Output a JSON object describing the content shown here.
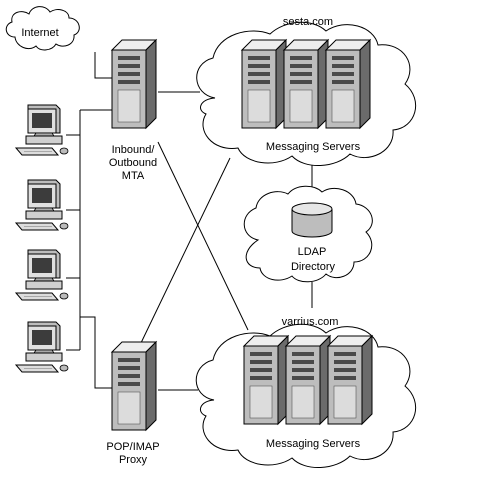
{
  "labels": {
    "internet": "Internet",
    "mta_line1": "Inbound/",
    "mta_line2": "Outbound",
    "mta_line3": "MTA",
    "sesta_domain": "sesta.com",
    "sesta_servers": "Messaging Servers",
    "ldap_line1": "LDAP",
    "ldap_line2": "Directory",
    "varrius_domain": "varrius.com",
    "varrius_servers": "Messaging Servers",
    "proxy_line1": "POP/IMAP",
    "proxy_line2": "Proxy"
  },
  "colors": {
    "stroke": "#000000",
    "cloud_fill": "#ffffff",
    "server_light": "#eeeeee",
    "server_mid": "#bdbdbd",
    "server_dark": "#6b6b6b",
    "slot": "#4a4a4a",
    "screen": "#3c3c3c"
  },
  "icons": [
    "cloud-icon",
    "server-tower-icon",
    "desktop-computer-icon",
    "database-cylinder-icon"
  ]
}
